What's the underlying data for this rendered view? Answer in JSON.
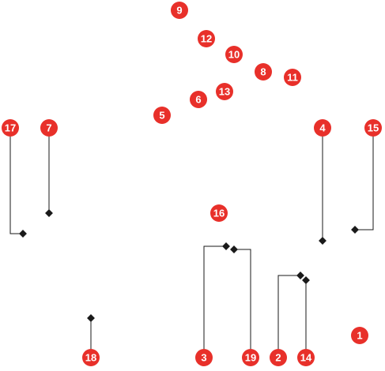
{
  "diagram": {
    "badge_color": "#e8302a",
    "marker_color": "#1a1a1a",
    "callouts": [
      {
        "id": "1",
        "label": "1"
      },
      {
        "id": "2",
        "label": "2"
      },
      {
        "id": "3",
        "label": "3"
      },
      {
        "id": "4",
        "label": "4"
      },
      {
        "id": "5",
        "label": "5"
      },
      {
        "id": "6",
        "label": "6"
      },
      {
        "id": "7",
        "label": "7"
      },
      {
        "id": "8",
        "label": "8"
      },
      {
        "id": "9",
        "label": "9"
      },
      {
        "id": "10",
        "label": "10"
      },
      {
        "id": "11",
        "label": "11"
      },
      {
        "id": "12",
        "label": "12"
      },
      {
        "id": "13",
        "label": "13"
      },
      {
        "id": "14",
        "label": "14"
      },
      {
        "id": "15",
        "label": "15"
      },
      {
        "id": "16",
        "label": "16"
      },
      {
        "id": "17",
        "label": "17"
      },
      {
        "id": "18",
        "label": "18"
      },
      {
        "id": "19",
        "label": "19"
      }
    ]
  }
}
